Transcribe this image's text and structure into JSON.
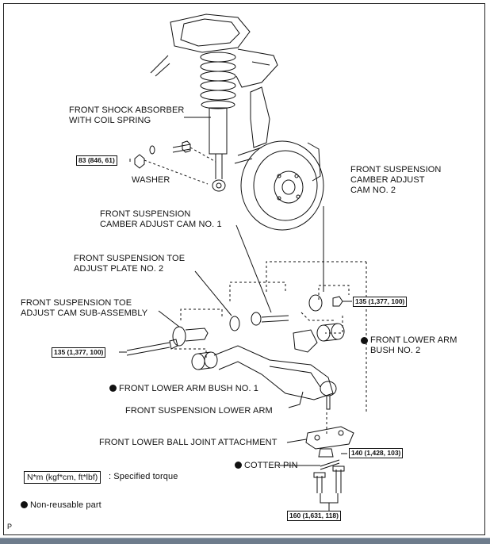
{
  "labels": {
    "shock": "FRONT SHOCK ABSORBER\nWITH COIL SPRING",
    "washer": "WASHER",
    "camber_cam2": "FRONT SUSPENSION\nCAMBER ADJUST\nCAM NO. 2",
    "camber_cam1": "FRONT SUSPENSION\nCAMBER ADJUST CAM NO. 1",
    "toe_plate": "FRONT SUSPENSION TOE\nADJUST PLATE NO. 2",
    "toe_cam": "FRONT SUSPENSION TOE\nADJUST CAM SUB-ASSEMBLY",
    "lower_bush2": "FRONT LOWER ARM\nBUSH NO. 2",
    "lower_bush1": "FRONT LOWER ARM BUSH NO. 1",
    "lower_arm": "FRONT SUSPENSION LOWER ARM",
    "ball_joint": "FRONT LOWER BALL JOINT ATTACHMENT",
    "cotter_pin": "COTTER PIN"
  },
  "torques": {
    "t1": "83 (846, 61)",
    "t2": "135 (1,377, 100)",
    "t3": "135 (1,377, 100)",
    "t4": "140 (1,428, 103)",
    "t5": "160 (1,631, 118)"
  },
  "legend": {
    "torque_unit": "N*m (kgf*cm, ft*lbf)",
    "torque_text": ": Specified torque",
    "nonreusable_text": "Non-reusable part"
  },
  "corner_mark": "P"
}
